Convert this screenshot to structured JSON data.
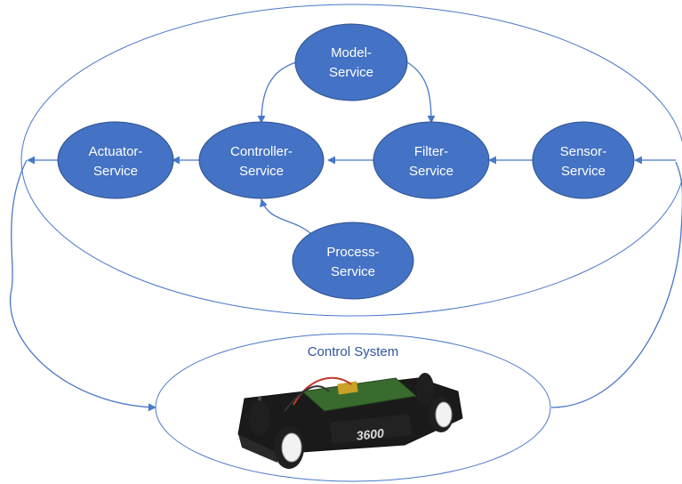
{
  "colors": {
    "node_fill": "#4472c4",
    "node_stroke": "#2f528f",
    "line": "#4a78c8",
    "system_label": "#2f5597",
    "car_body": "#1a1a1a",
    "board_green": "#3a6b2e",
    "battery_label": "#d9d9d9",
    "wheel": "#f2f2f2"
  },
  "services": [
    {
      "id": "model",
      "line1": "Model-",
      "line2": "Service"
    },
    {
      "id": "actuator",
      "line1": "Actuator-",
      "line2": "Service"
    },
    {
      "id": "controller",
      "line1": "Controller-",
      "line2": "Service"
    },
    {
      "id": "filter",
      "line1": "Filter-",
      "line2": "Service"
    },
    {
      "id": "sensor",
      "line1": "Sensor-",
      "line2": "Service"
    },
    {
      "id": "process",
      "line1": "Process-",
      "line2": "Service"
    }
  ],
  "control_system": {
    "label": "Control System",
    "image_name": "rc-car-with-onboard-computer",
    "battery_text": "3600"
  },
  "flow": [
    {
      "from": "sensor",
      "to": "filter"
    },
    {
      "from": "filter",
      "to": "controller"
    },
    {
      "from": "controller",
      "to": "actuator"
    },
    {
      "from": "model",
      "to": "controller"
    },
    {
      "from": "model",
      "to": "filter"
    },
    {
      "from": "process",
      "to": "controller"
    },
    {
      "from": "actuator",
      "to": "control-system"
    },
    {
      "from": "control-system",
      "to": "sensor"
    }
  ]
}
